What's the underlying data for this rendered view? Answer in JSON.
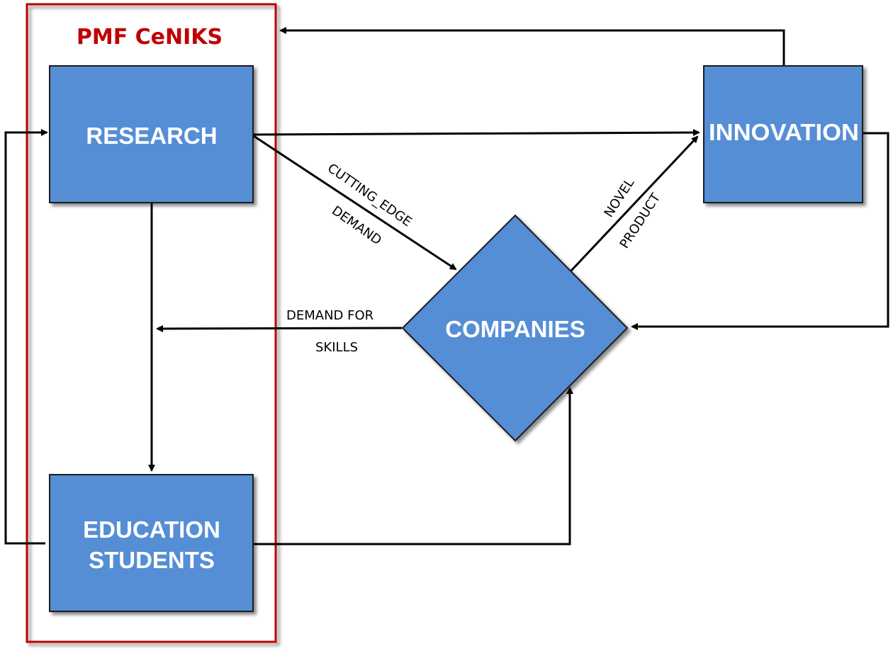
{
  "colors": {
    "node_fill": "#558ED5",
    "node_stroke": "#1a1a1a",
    "group_border": "#C00000",
    "group_title": "#C00000",
    "connector": "#000000",
    "label_text": "#000000",
    "node_text": "#ffffff"
  },
  "group": {
    "title": "PMF CeNIKS"
  },
  "nodes": {
    "research": "RESEARCH",
    "education_line1": "EDUCATION",
    "education_line2": "STUDENTS",
    "innovation": "INNOVATION",
    "companies": "COMPANIES"
  },
  "edge_labels": {
    "cutting_edge": "CUTTING_EDGE",
    "demand": "DEMAND",
    "novel": "NOVEL",
    "product": "PRODUCT",
    "demand_for": "DEMAND FOR",
    "skills": "SKILLS"
  }
}
